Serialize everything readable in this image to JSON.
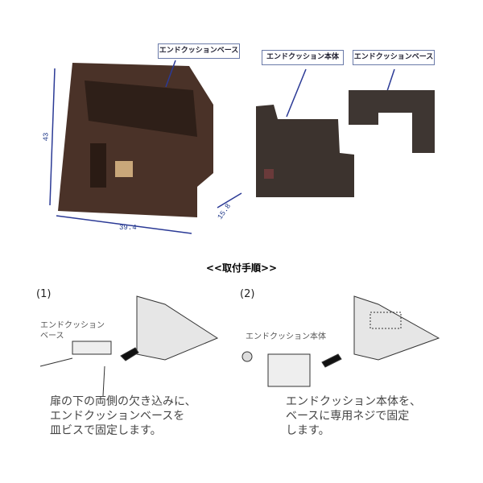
{
  "photo_labels": {
    "base_left": "エンドクッションベース",
    "body": "エンドクッション本体",
    "base_right": "エンドクッションベース"
  },
  "dimensions": {
    "height": "43",
    "width": "39.4",
    "depth": "15.8"
  },
  "title": "<<取付手順>>",
  "steps": [
    {
      "number": "(1)",
      "part_label": "エンドクッション\nベース",
      "text": "扉の下の両側の欠き込みに、\nエンドクッションベースを\n皿ビスで固定します。"
    },
    {
      "number": "(2)",
      "part_label": "エンドクッション本体",
      "text": "エンドクッション本体を、\nベースに専用ネジで固定\nします。"
    }
  ]
}
